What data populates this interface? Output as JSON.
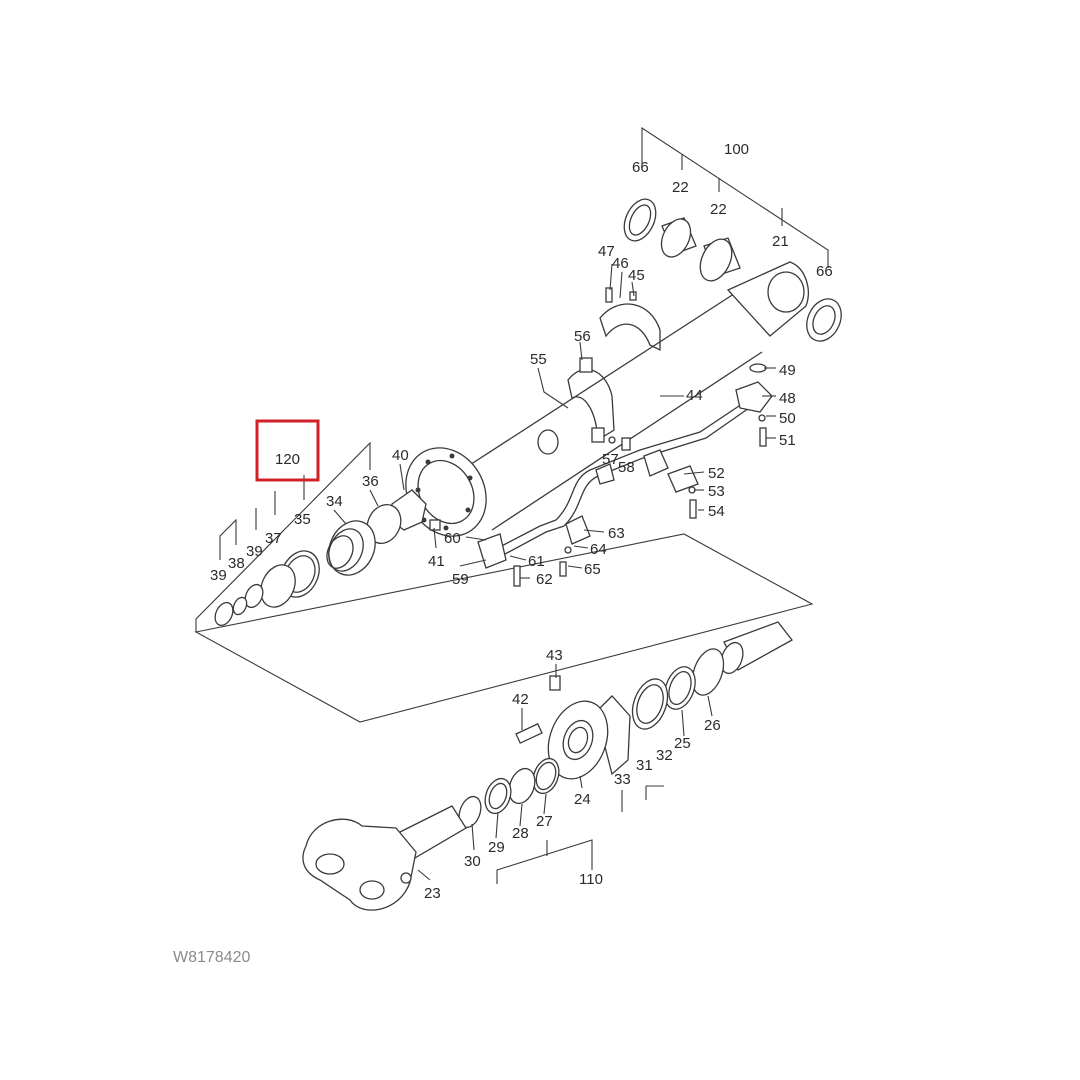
{
  "drawing_code": "W8178420",
  "highlight_color": "#d0202a",
  "highlighted_label": "120",
  "labels": {
    "l100": "100",
    "l66a": "66",
    "l22a": "22",
    "l22b": "22",
    "l21": "21",
    "l66b": "66",
    "l47": "47",
    "l46": "46",
    "l45": "45",
    "l56": "56",
    "l55": "55",
    "l44": "44",
    "l49": "49",
    "l48": "48",
    "l50": "50",
    "l51": "51",
    "l57": "57",
    "l58": "58",
    "l52": "52",
    "l53": "53",
    "l54": "54",
    "l120": "120",
    "l36": "36",
    "l40": "40",
    "l34": "34",
    "l35": "35",
    "l37": "37",
    "l39a": "39",
    "l38": "38",
    "l39b": "39",
    "l60": "60",
    "l41": "41",
    "l59": "59",
    "l61": "61",
    "l62": "62",
    "l63": "63",
    "l64": "64",
    "l65": "65",
    "l43": "43",
    "l42": "42",
    "l24": "24",
    "l33": "33",
    "l31": "31",
    "l32": "32",
    "l25": "25",
    "l26": "26",
    "l30": "30",
    "l29": "29",
    "l28": "28",
    "l27": "27",
    "l23": "23",
    "l110": "110"
  }
}
